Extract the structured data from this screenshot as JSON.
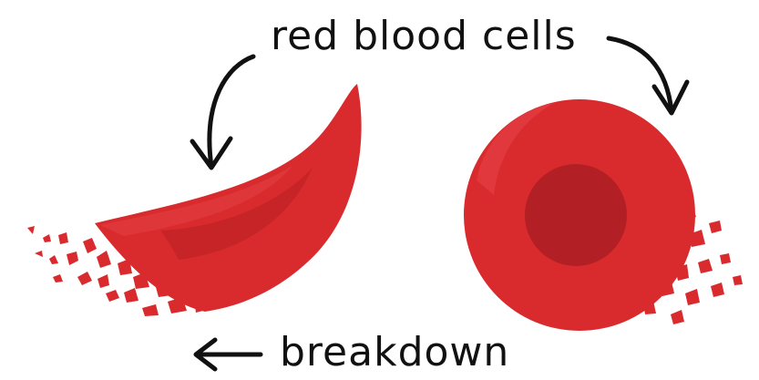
{
  "labels": {
    "top": "red blood cells",
    "bottom": "breakdown"
  },
  "colors": {
    "cell_red": "#d92b2e",
    "cell_shadow": "#b81f24",
    "cell_core": "#b22025",
    "ink": "#111111"
  },
  "icons": {
    "sickle_cell": "sickle-shaped red blood cell",
    "round_cell": "round red blood cell",
    "arrows": [
      "curved-arrow-left",
      "curved-arrow-right",
      "left-arrow"
    ]
  }
}
